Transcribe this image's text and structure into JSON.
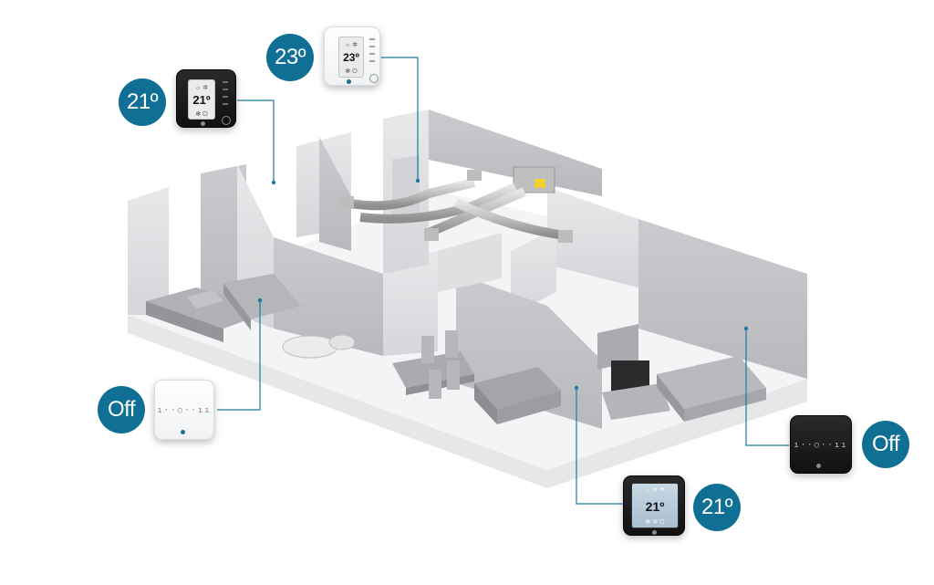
{
  "zones": [
    {
      "id": "bedroom-left-controller",
      "label": "21º",
      "model": "black-mono",
      "temp": "21º"
    },
    {
      "id": "kitchen-controller",
      "label": "23º",
      "model": "white-mono",
      "temp": "23º"
    },
    {
      "id": "hall-controller",
      "label": "Off",
      "model": "white-touch"
    },
    {
      "id": "living-controller",
      "label": "21º",
      "model": "black-color",
      "temp": "21º"
    },
    {
      "id": "bedroom-right-controller",
      "label": "Off",
      "model": "black-touch"
    }
  ],
  "colors": {
    "accent": "#0f6f94",
    "leader": "#1c7aa0",
    "floor": "#f4f5f6",
    "wall": "#d9dadc"
  },
  "icons": [
    "sun-icon",
    "fan-icon",
    "power-icon",
    "brand-logo-icon"
  ]
}
